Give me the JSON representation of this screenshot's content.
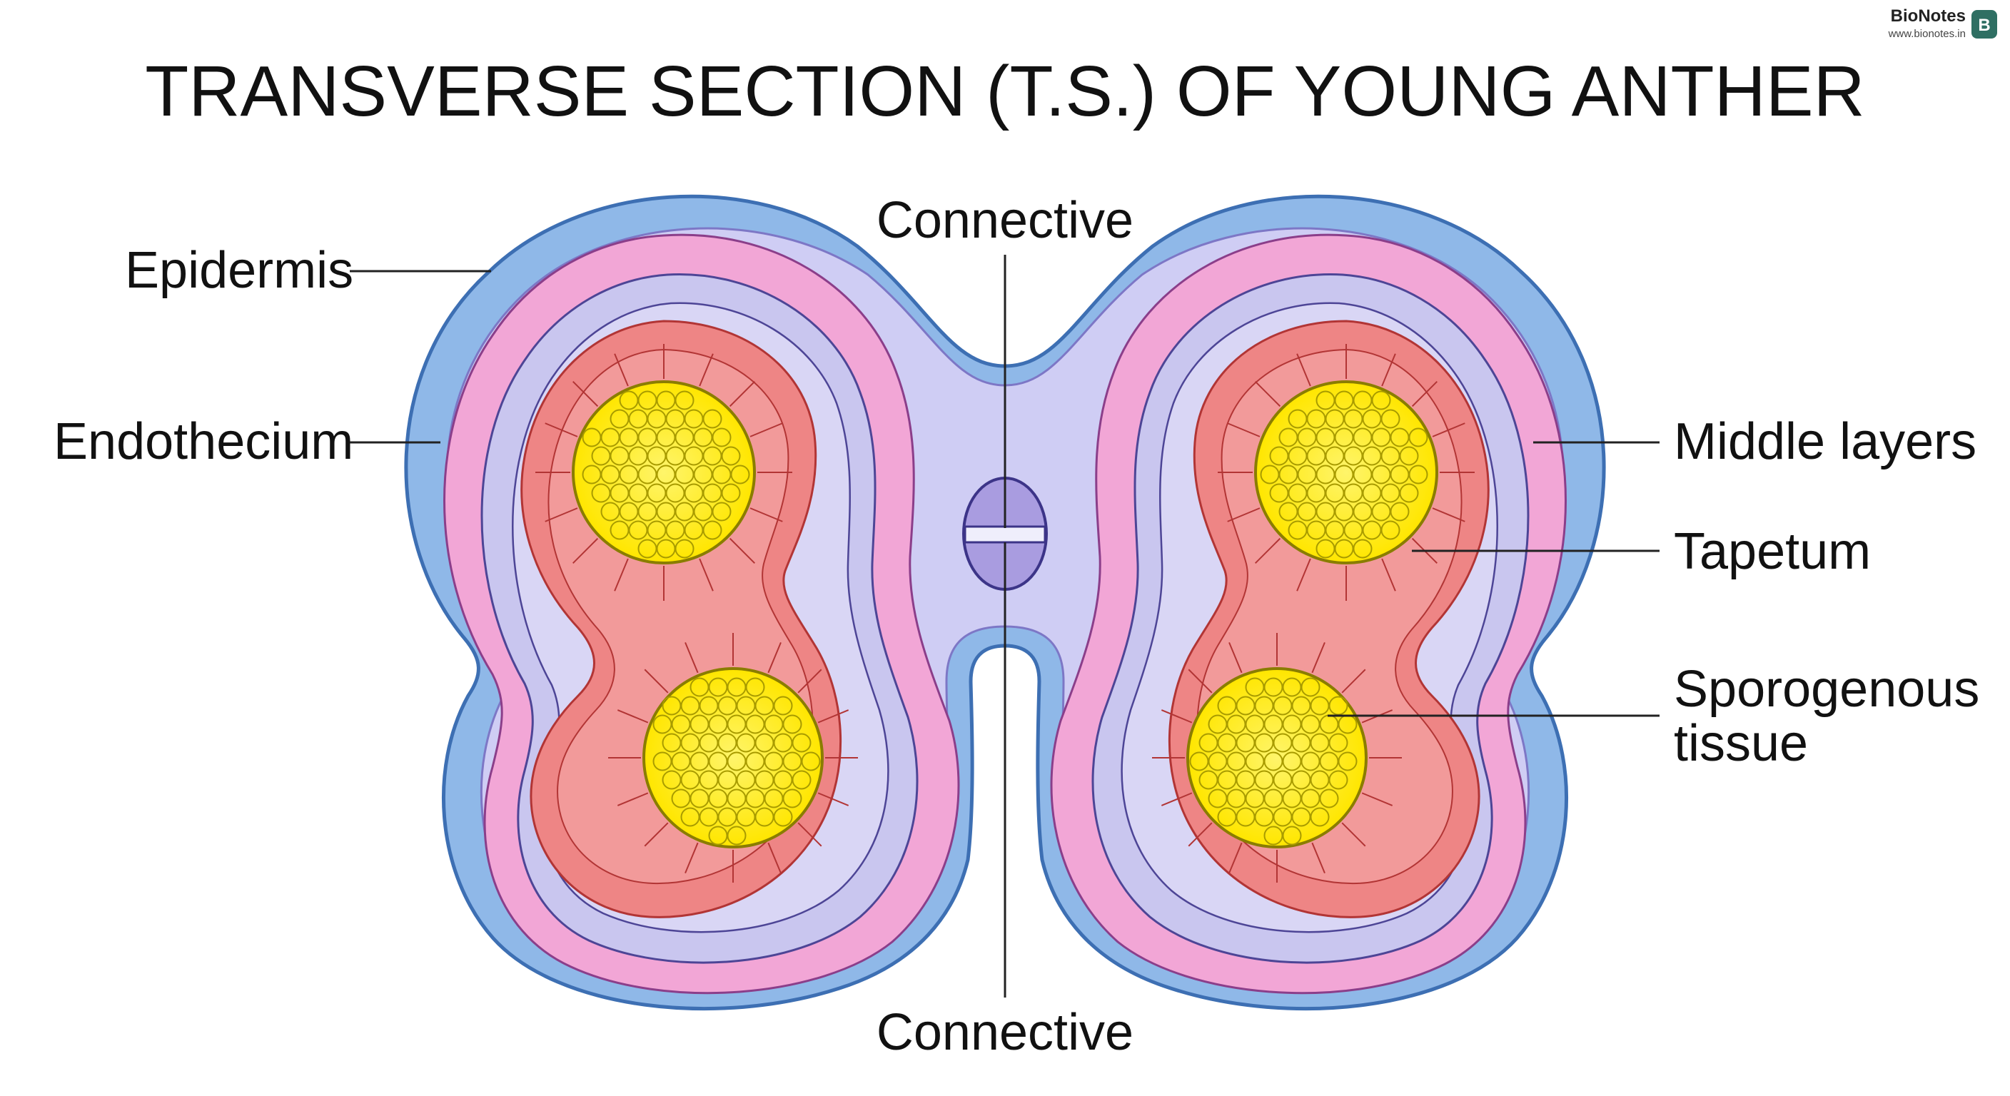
{
  "brand": {
    "name": "BioNotes",
    "url": "www.bionotes.in",
    "logo_letter": "B",
    "logo_color": "#2f6f63"
  },
  "title": "TRANSVERSE SECTION (T.S.) OF YOUNG ANTHER",
  "labels": {
    "epidermis": "Epidermis",
    "endothecium": "Endothecium",
    "connective_top": "Connective",
    "connective_bottom": "Connective",
    "middle_layers": "Middle layers",
    "tapetum": "Tapetum",
    "sporogenous_line1": "Sporogenous",
    "sporogenous_line2": "tissue"
  },
  "colors": {
    "epidermis": "#8fb8e8",
    "epidermis_outline": "#3d6fb3",
    "endothecium": "#f2a6d6",
    "middle_layers": "#c9c6ef",
    "connective": "#cfcdf4",
    "tapetum": "#ee8585",
    "sporogenous": "#ffee00",
    "vascular_bundle": "#a99ce0"
  }
}
